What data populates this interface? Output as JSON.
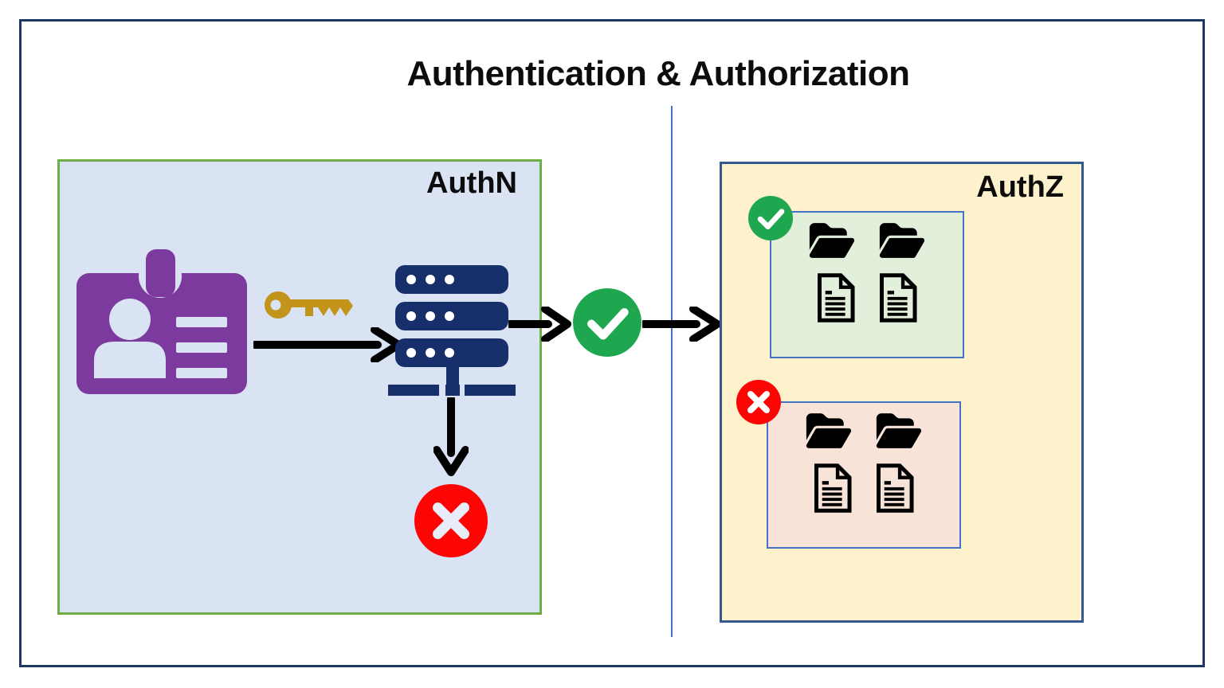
{
  "title": "Authentication & Authorization",
  "panels": {
    "authn": {
      "label": "AuthN"
    },
    "authz": {
      "label": "AuthZ"
    }
  },
  "authz_groups": {
    "allowed": {
      "status": "allowed",
      "folders": 2,
      "documents": 2
    },
    "denied": {
      "status": "denied",
      "folders": 2,
      "documents": 2
    }
  },
  "icons": {
    "id_badge": "id-badge-icon",
    "key": "key-icon",
    "server": "server-icon",
    "check_circle": "check-circle-icon",
    "x_circle": "x-circle-icon",
    "folder": "folder-open-icon",
    "document": "document-icon",
    "arrow": "arrow-icon"
  },
  "colors": {
    "frame_border": "#1f3864",
    "divider_blue": "#4472c4",
    "authn_fill": "#dae3f3",
    "authn_border": "#70ad47",
    "authz_fill": "#fdf2cc",
    "authz_border": "#33598f",
    "allowed_fill": "#e2efda",
    "denied_fill": "#f8e3d9",
    "inner_box_border": "#4472c4",
    "badge_purple": "#7c3a9e",
    "key_gold": "#c29419",
    "server_navy": "#17306b",
    "success_green": "#1fa750",
    "error_red": "#fb0505",
    "icon_black": "#000000"
  }
}
